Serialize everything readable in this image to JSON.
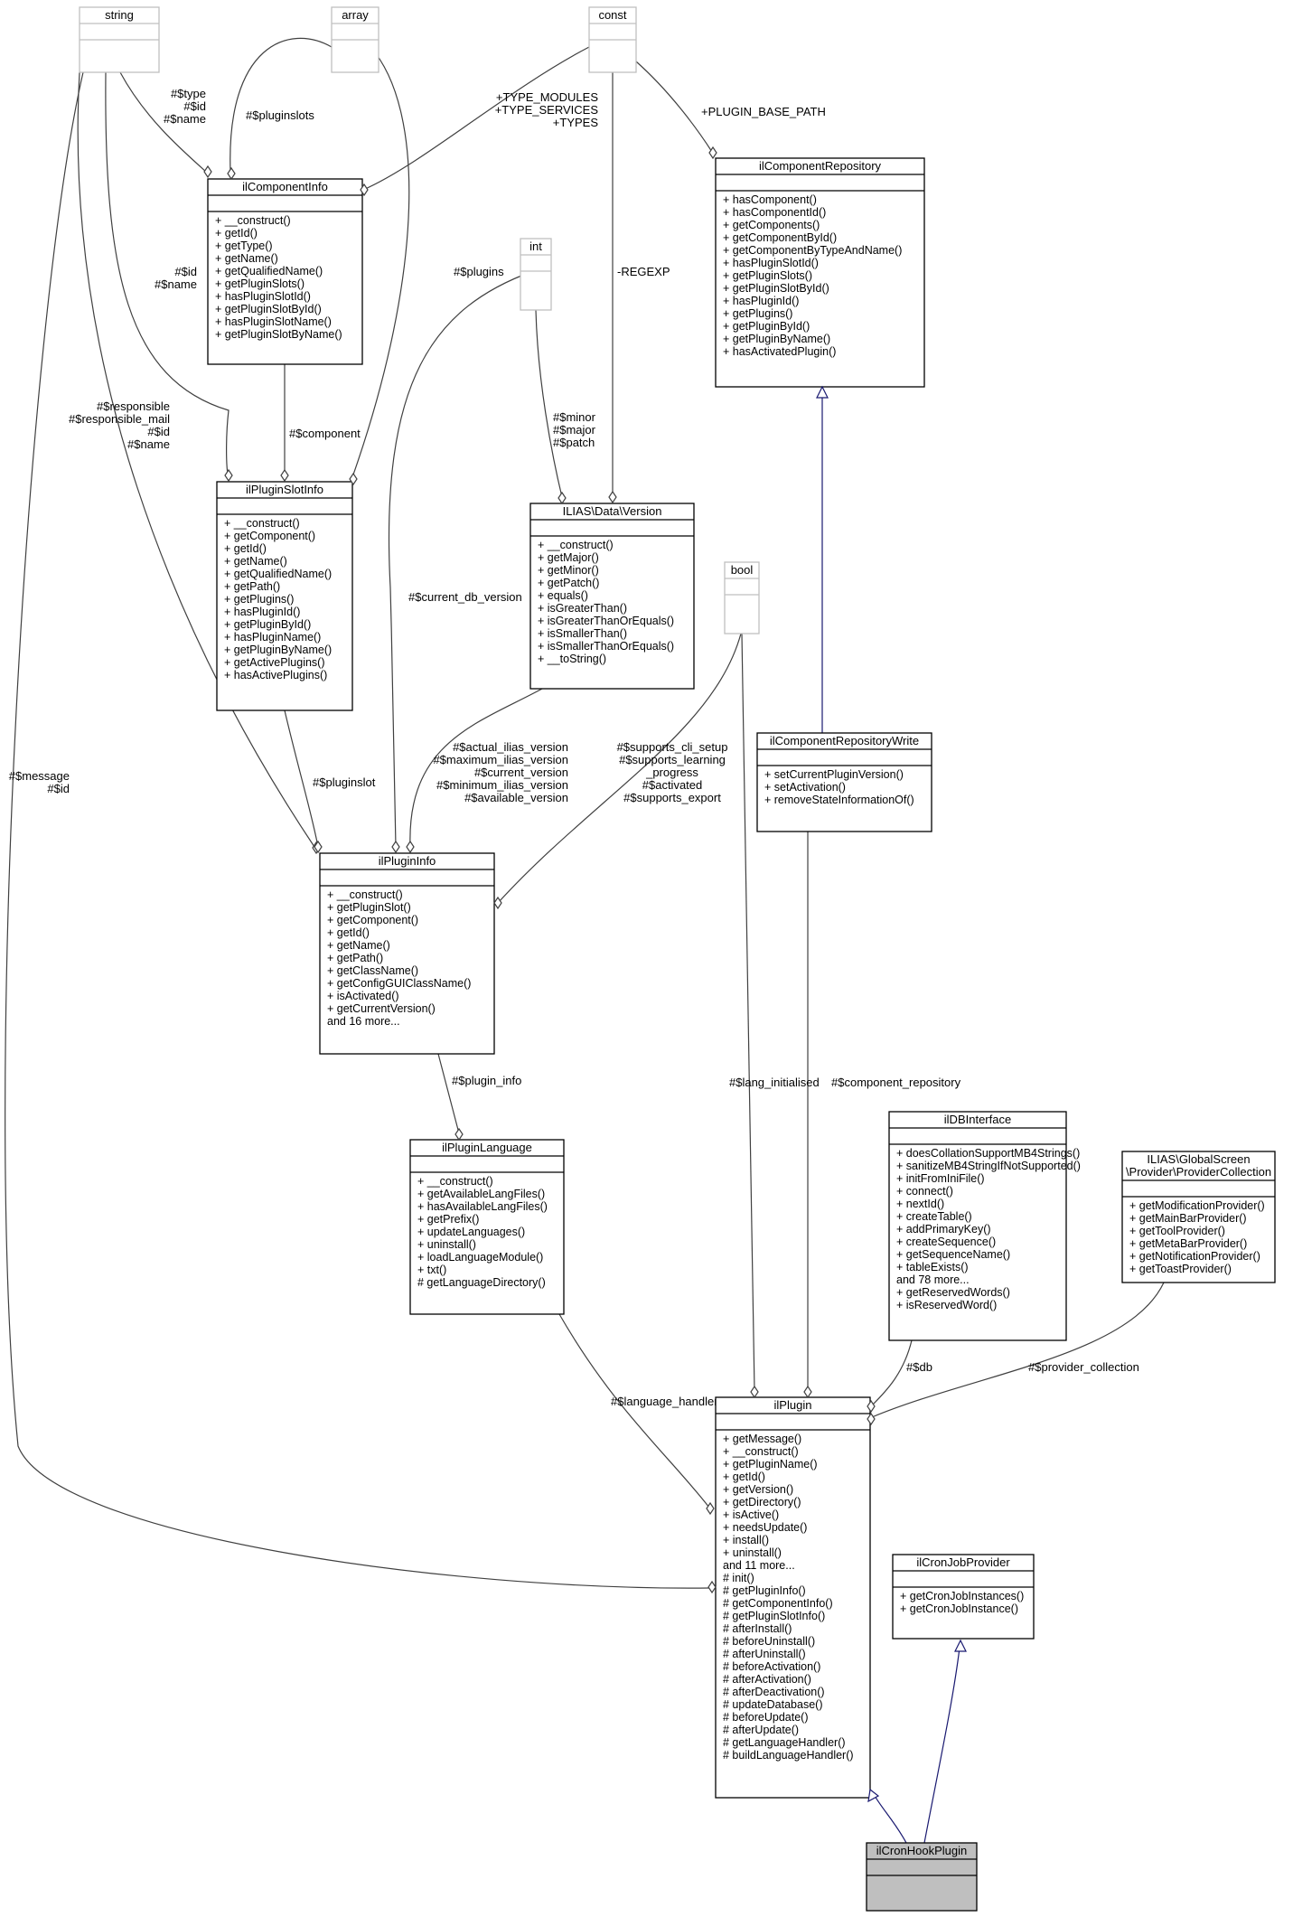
{
  "boxes": {
    "string": {
      "title": "string",
      "members": []
    },
    "array": {
      "title": "array",
      "members": []
    },
    "const": {
      "title": "const",
      "members": []
    },
    "int": {
      "title": "int",
      "members": []
    },
    "bool": {
      "title": "bool",
      "members": []
    },
    "ilComponentInfo": {
      "title": "ilComponentInfo",
      "members": [
        "+ __construct()",
        "+ getId()",
        "+ getType()",
        "+ getName()",
        "+ getQualifiedName()",
        "+ getPluginSlots()",
        "+ hasPluginSlotId()",
        "+ getPluginSlotById()",
        "+ hasPluginSlotName()",
        "+ getPluginSlotByName()"
      ]
    },
    "ilComponentRepository": {
      "title": "ilComponentRepository",
      "members": [
        "+ hasComponent()",
        "+ hasComponentId()",
        "+ getComponents()",
        "+ getComponentById()",
        "+ getComponentByTypeAndName()",
        "+ hasPluginSlotId()",
        "+ getPluginSlots()",
        "+ getPluginSlotById()",
        "+ hasPluginId()",
        "+ getPlugins()",
        "+ getPluginById()",
        "+ getPluginByName()",
        "+ hasActivatedPlugin()"
      ]
    },
    "ilPluginSlotInfo": {
      "title": "ilPluginSlotInfo",
      "members": [
        "+ __construct()",
        "+ getComponent()",
        "+ getId()",
        "+ getName()",
        "+ getQualifiedName()",
        "+ getPath()",
        "+ getPlugins()",
        "+ hasPluginId()",
        "+ getPluginById()",
        "+ hasPluginName()",
        "+ getPluginByName()",
        "+ getActivePlugins()",
        "+ hasActivePlugins()"
      ]
    },
    "Version": {
      "title": "ILIAS\\Data\\Version",
      "members": [
        "+ __construct()",
        "+ getMajor()",
        "+ getMinor()",
        "+ getPatch()",
        "+ equals()",
        "+ isGreaterThan()",
        "+ isGreaterThanOrEquals()",
        "+ isSmallerThan()",
        "+ isSmallerThanOrEquals()",
        "+ __toString()"
      ]
    },
    "ilComponentRepositoryWrite": {
      "title": "ilComponentRepositoryWrite",
      "members": [
        "+ setCurrentPluginVersion()",
        "+ setActivation()",
        "+ removeStateInformationOf()"
      ]
    },
    "ilPluginInfo": {
      "title": "ilPluginInfo",
      "members": [
        "+ __construct()",
        "+ getPluginSlot()",
        "+ getComponent()",
        "+ getId()",
        "+ getName()",
        "+ getPath()",
        "+ getClassName()",
        "+ getConfigGUIClassName()",
        "+ isActivated()",
        "+ getCurrentVersion()",
        "and 16 more..."
      ]
    },
    "ilPluginLanguage": {
      "title": "ilPluginLanguage",
      "members": [
        "+ __construct()",
        "+ getAvailableLangFiles()",
        "+ hasAvailableLangFiles()",
        "+ getPrefix()",
        "+ updateLanguages()",
        "+ uninstall()",
        "+ loadLanguageModule()",
        "+ txt()",
        "# getLanguageDirectory()"
      ]
    },
    "ilDBInterface": {
      "title": "ilDBInterface",
      "members": [
        "+ doesCollationSupportMB4Strings()",
        "+ sanitizeMB4StringIfNotSupported()",
        "+ initFromIniFile()",
        "+ connect()",
        "+ nextId()",
        "+ createTable()",
        "+ addPrimaryKey()",
        "+ createSequence()",
        "+ getSequenceName()",
        "+ tableExists()",
        "and 78 more...",
        "+ getReservedWords()",
        "+ isReservedWord()"
      ]
    },
    "ProviderCollection": {
      "title": "ILIAS\\GlobalScreen",
      "title2": "\\Provider\\ProviderCollection",
      "members": [
        "+ getModificationProvider()",
        "+ getMainBarProvider()",
        "+ getToolProvider()",
        "+ getMetaBarProvider()",
        "+ getNotificationProvider()",
        "+ getToastProvider()"
      ]
    },
    "ilPlugin": {
      "title": "ilPlugin",
      "members": [
        "+ getMessage()",
        "+ __construct()",
        "+ getPluginName()",
        "+ getId()",
        "+ getVersion()",
        "+ getDirectory()",
        "+ isActive()",
        "+ needsUpdate()",
        "+ install()",
        "+ uninstall()",
        "and 11 more...",
        "# init()",
        "# getPluginInfo()",
        "# getComponentInfo()",
        "# getPluginSlotInfo()",
        "# afterInstall()",
        "# beforeUninstall()",
        "# afterUninstall()",
        "# beforeActivation()",
        "# afterActivation()",
        "# afterDeactivation()",
        "# updateDatabase()",
        "# beforeUpdate()",
        "# afterUpdate()",
        "# getLanguageHandler()",
        "# buildLanguageHandler()"
      ]
    },
    "ilCronJobProvider": {
      "title": "ilCronJobProvider",
      "members": [
        "+ getCronJobInstances()",
        "+ getCronJobInstance()"
      ]
    },
    "ilCronHookPlugin": {
      "title": "ilCronHookPlugin",
      "members": []
    }
  },
  "edge_labels": {
    "string_componentinfo": [
      "#$type",
      "#$id",
      "#$name"
    ],
    "array_componentinfo": [
      "#$pluginslots"
    ],
    "const_componentinfo": [
      "+TYPE_MODULES",
      "+TYPE_SERVICES",
      "+TYPES"
    ],
    "const_repository": [
      "+PLUGIN_BASE_PATH"
    ],
    "string_slotinfo": [
      "#$id",
      "#$name"
    ],
    "array_slotinfo": [
      "#$plugins"
    ],
    "const_version": [
      "-REGEXP"
    ],
    "string_plugininfo": [
      "#$responsible",
      "#$responsible_mail",
      "#$id",
      "#$name"
    ],
    "componentinfo_slotinfo": [
      "#$component"
    ],
    "int_version": [
      "#$minor",
      "#$major",
      "#$patch"
    ],
    "int_plugininfo": [
      "#$current_db_version"
    ],
    "version_plugininfo": [
      "#$actual_ilias_version",
      "#$maximum_ilias_version",
      "#$current_version",
      "#$minimum_ilias_version",
      "#$available_version"
    ],
    "bool_plugininfo": [
      "#$supports_cli_setup",
      "#$supports_learning",
      "_progress",
      "#$activated",
      "#$supports_export"
    ],
    "slotinfo_plugininfo": [
      "#$pluginslot"
    ],
    "string_plugin": [
      "#$message",
      "#$id"
    ],
    "plugininfo_language": [
      "#$plugin_info"
    ],
    "bool_plugin": [
      "#$lang_initialised"
    ],
    "write_plugin": [
      "#$component_repository"
    ],
    "language_plugin": [
      "#$language_handler"
    ],
    "db_plugin": [
      "#$db"
    ],
    "provider_plugin": [
      "#$provider_collection"
    ]
  }
}
